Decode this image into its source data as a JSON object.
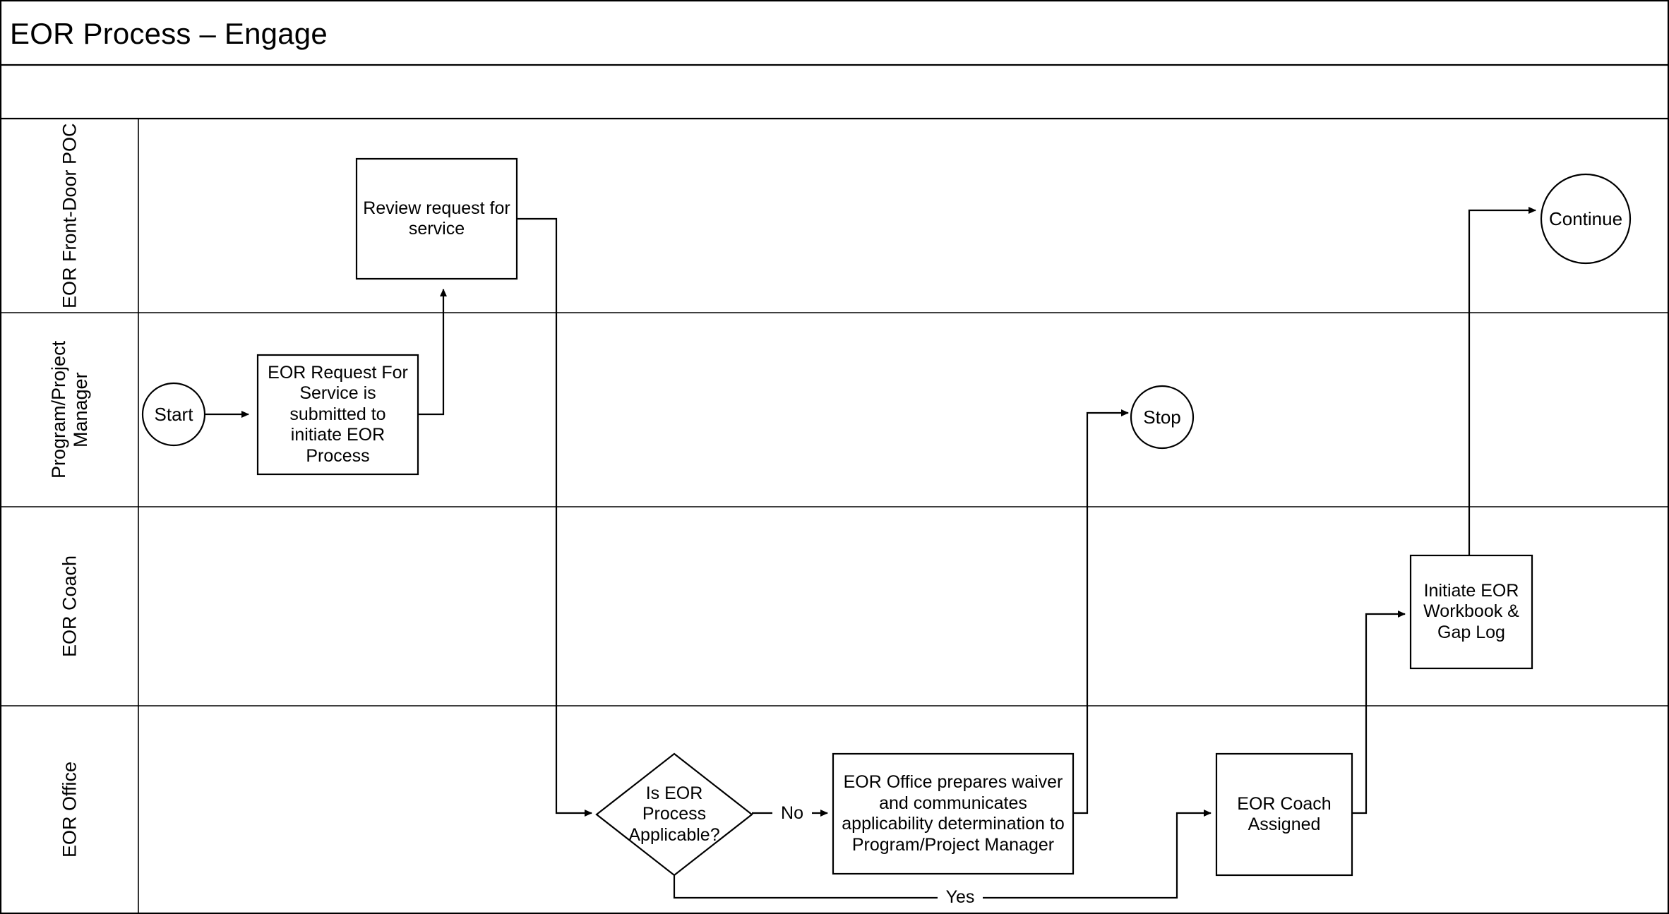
{
  "diagram": {
    "title": "EOR Process –  Engage",
    "type": "swimlane-flowchart"
  },
  "lanes": [
    {
      "id": "lane-front-door-poc",
      "label": "EOR Front-Door\nPOC"
    },
    {
      "id": "lane-program-project-manager",
      "label": "Program/Project\nManager"
    },
    {
      "id": "lane-eor-coach",
      "label": "EOR Coach"
    },
    {
      "id": "lane-eor-office",
      "label": "EOR Office"
    }
  ],
  "nodes": {
    "start": {
      "label": "Start",
      "shape": "circle",
      "lane": "lane-program-project-manager"
    },
    "request_for_service": {
      "label": "EOR Request For Service is submitted to initiate EOR Process",
      "shape": "process",
      "lane": "lane-program-project-manager"
    },
    "review_request": {
      "label": "Review request for service",
      "shape": "process",
      "lane": "lane-front-door-poc"
    },
    "is_applicable": {
      "label": "Is EOR Process Applicable?",
      "shape": "decision",
      "lane": "lane-eor-office"
    },
    "prepares_waiver": {
      "label": "EOR Office prepares waiver and communicates applicability determination to Program/Project Manager",
      "shape": "process",
      "lane": "lane-eor-office"
    },
    "coach_assigned": {
      "label": "EOR Coach Assigned",
      "shape": "process",
      "lane": "lane-eor-office"
    },
    "initiate_workbook": {
      "label": "Initiate EOR Workbook & Gap Log",
      "shape": "process",
      "lane": "lane-eor-coach"
    },
    "stop": {
      "label": "Stop",
      "shape": "circle",
      "lane": "lane-program-project-manager"
    },
    "continue": {
      "label": "Continue",
      "shape": "circle",
      "lane": "lane-front-door-poc"
    }
  },
  "edges": [
    {
      "id": "edge-start-to-request",
      "from": "start",
      "to": "request_for_service",
      "label": ""
    },
    {
      "id": "edge-request-to-review",
      "from": "request_for_service",
      "to": "review_request",
      "label": ""
    },
    {
      "id": "edge-review-to-decision",
      "from": "review_request",
      "to": "is_applicable",
      "label": ""
    },
    {
      "id": "edge-decision-no",
      "from": "is_applicable",
      "to": "prepares_waiver",
      "label": "No"
    },
    {
      "id": "edge-waiver-to-stop",
      "from": "prepares_waiver",
      "to": "stop",
      "label": ""
    },
    {
      "id": "edge-decision-yes",
      "from": "is_applicable",
      "to": "coach_assigned",
      "label": "Yes"
    },
    {
      "id": "edge-coach-to-workbook",
      "from": "coach_assigned",
      "to": "initiate_workbook",
      "label": ""
    },
    {
      "id": "edge-workbook-to-continue",
      "from": "initiate_workbook",
      "to": "continue",
      "label": ""
    }
  ],
  "edge_labels": {
    "no": "No",
    "yes": "Yes"
  },
  "colors": {
    "stroke": "#000000",
    "fill": "#ffffff",
    "text": "#000000"
  }
}
